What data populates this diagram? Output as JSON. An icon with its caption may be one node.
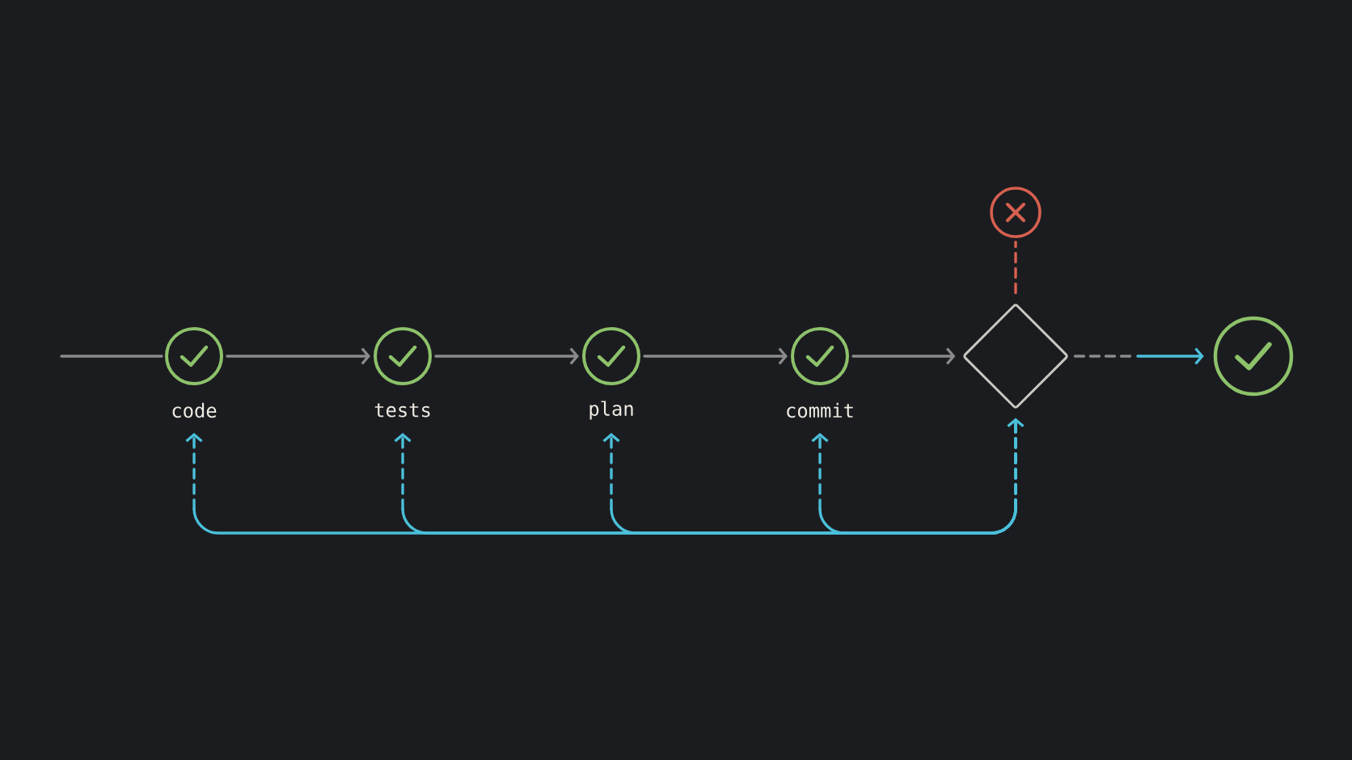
{
  "diagram": {
    "nodes": [
      {
        "text": [],
        "shape": "circle",
        "beside": [
          "code"
        ]
      },
      {
        "text": [],
        "shape": "circle",
        "beside": [
          "tests"
        ]
      },
      {
        "text": [],
        "shape": "circle",
        "beside": [
          "plan"
        ]
      },
      {
        "text": [],
        "shape": "circle",
        "beside": [
          "commit"
        ]
      },
      {
        "text": [],
        "shape": "diamond"
      },
      {
        "text": [],
        "shape": "circle"
      },
      {
        "text": [],
        "shape": "circle"
      }
    ],
    "edges": [
      {
        "from": null,
        "to": 0,
        "arrow": "none"
      },
      {
        "from": 0,
        "to": 1,
        "arrow": "to"
      },
      {
        "from": 1,
        "to": 2,
        "arrow": "to"
      },
      {
        "from": 2,
        "to": 3,
        "arrow": "to"
      },
      {
        "from": 3,
        "to": 4,
        "arrow": "to"
      },
      {
        "from": 4,
        "to": 5,
        "arrow": "none",
        "style": "dashed",
        "color": "#d6604f"
      },
      {
        "from": 4,
        "to": 6,
        "arrow": "to",
        "color": "#4bbfd9"
      },
      {
        "from": 4,
        "to": 0,
        "arrow": "both",
        "color": "#4bbfd9"
      },
      {
        "from": 4,
        "to": 1,
        "arrow": "to",
        "color": "#4bbfd9"
      },
      {
        "from": 4,
        "to": 2,
        "arrow": "to",
        "color": "#4bbfd9"
      },
      {
        "from": 4,
        "to": 3,
        "arrow": "to",
        "color": "#4bbfd9"
      }
    ]
  }
}
